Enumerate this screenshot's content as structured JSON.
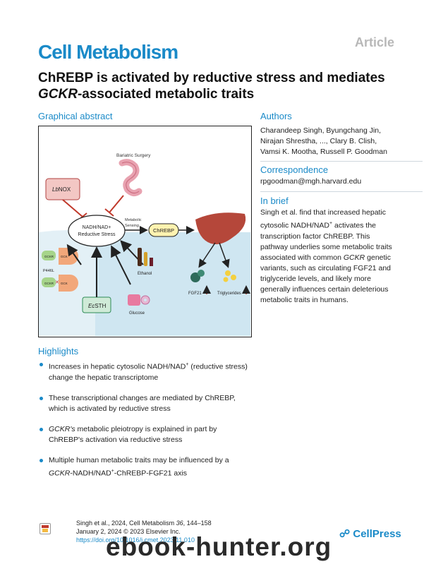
{
  "header": {
    "journal": "Cell Metabolism",
    "article_type": "Article",
    "title_before": "ChREBP is activated by reductive stress and mediates ",
    "title_italic": "GCKR",
    "title_after": "-associated metabolic traits"
  },
  "graphical_abstract": {
    "label": "Graphical abstract",
    "bariatric": "Bariatric Surgery",
    "lbnox_italic": "Lb",
    "lbnox_rest": "NOX",
    "nadh_line1": "NADH/NAD+",
    "nadh_line2": "Reductive Stress",
    "metabolic": "Metabolic",
    "sensing": "Sensing",
    "chrebp": "ChREBP",
    "gckr": "GCKR",
    "gck": "GCK",
    "p446l": "P446L",
    "ecsth_italic": "Ec",
    "ecsth_rest": "STH",
    "ethanol": "Ethanol",
    "glucose": "Glucose",
    "fgf21": "FGF21",
    "triglycerides": "Triglycerides"
  },
  "authors": {
    "label": "Authors",
    "line1": "Charandeep Singh, Byungchang Jin,",
    "line2": "Nirajan Shrestha, ..., Clary B. Clish,",
    "line3": "Vamsi K. Mootha, Russell P. Goodman"
  },
  "correspondence": {
    "label": "Correspondence",
    "email": "rpgoodman@mgh.harvard.edu"
  },
  "in_brief": {
    "label": "In brief",
    "l1": "Singh et al. find that increased hepatic",
    "l2": "cytosolic NADH/NAD",
    "l2_sup": "+",
    "l2_end": " activates the",
    "l3": "transcription factor ChREBP. This",
    "l4": "pathway underlies some metabolic traits",
    "l5a": "associated with common ",
    "l5_italic": "GCKR",
    "l5b": " genetic",
    "l6": "variants, such as circulating FGF21 and",
    "l7": "triglyceride levels, and likely more",
    "l8": "generally influences certain deleterious",
    "l9": "metabolic traits in humans."
  },
  "highlights": {
    "label": "Highlights",
    "h1a": "Increases in hepatic cytosolic NADH/NAD",
    "h1_sup": "+",
    "h1b": " (reductive stress)",
    "h1c": "change the hepatic transcriptome",
    "h2a": "These transcriptional changes are mediated by ChREBP,",
    "h2b": "which is activated by reductive stress",
    "h3_italic": "GCKR's",
    "h3a": " metabolic pleiotropy is explained in part by",
    "h3b": "ChREBP's activation via reductive stress",
    "h4a": "Multiple human metabolic traits may be influenced by a",
    "h4_italic": "GCKR",
    "h4b": "-NADH/NAD",
    "h4_sup": "+",
    "h4c": "-ChREBP-FGF21 axis"
  },
  "citation": {
    "line1a": "Singh et al., 2024, Cell Metabolism ",
    "line1_italic": "36",
    "line1b": ", 144–158",
    "line2": "January 2, 2024 © 2023 Elsevier Inc.",
    "doi": "https://doi.org/10.1016/j.cmet.2023.11.010"
  },
  "footer": {
    "publisher": "CellPress",
    "watermark": "ebook-hunter.org"
  },
  "colors": {
    "accent": "#1a8ac8",
    "cytoplasm": "#cfe6f1",
    "liver": "#b5473a",
    "inhibitor_box": "#f3c7c4",
    "chrebp_box": "#fff3b0",
    "ecsth_box": "#cfead7"
  }
}
